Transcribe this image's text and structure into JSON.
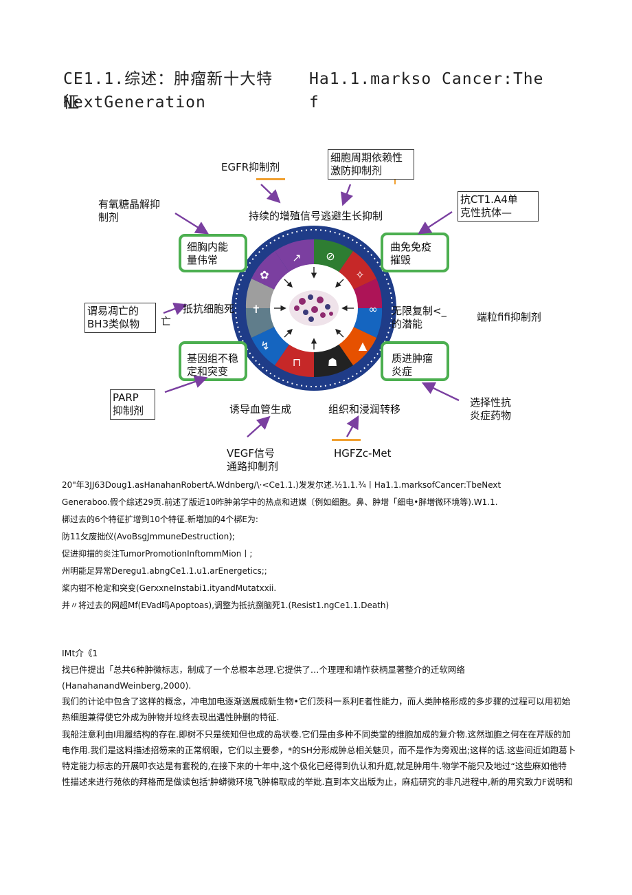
{
  "title": {
    "left_line1": "CE1.1.综述：肿瘤新十大特",
    "left_line2": "征",
    "left_line2b": "NextGeneration",
    "right_line1": "Ha1.1.markso Cancer:The",
    "right_line2": "f"
  },
  "figure": {
    "drugs": {
      "egfr": "EGFR抑制剂",
      "cdk_line1": "细胞周期依赖性",
      "cdk_line2": "激防抑制剂",
      "aerobic_line1": "有氧糖晶解抑",
      "aerobic_line2": "制剂",
      "ctla4_line1": "抗CT1.A4单",
      "ctla4_line2": "克性抗体—",
      "bh3_line1": "谓易凋亡的",
      "bh3_line2": "BH3类似物",
      "bh3_suffix": "亡",
      "telomerase": "端粒fifi抑制剂",
      "parp_line1": "PARP",
      "parp_line2": "抑制剂",
      "antiinflam_line1": "选择性抗",
      "antiinflam_line2": "炎症药物",
      "vegf_line1": "VEGF信号",
      "vegf_line2": "通路抑制剂",
      "hgf": "HGFZc-Met"
    },
    "hallmarks": {
      "proliferation": "持续的增殖信号逃避生长抑制",
      "energetics_line1": "细胸内能",
      "energetics_line2": "量伟常",
      "immune_line1": "曲免免疫",
      "immune_line2": "摧毁",
      "resist_death": "抵抗细胞死",
      "replicative_line1": "无限复制<_",
      "replicative_line2": "的潜能",
      "genome_line1": "基因组不稳",
      "genome_line2": "定和突变",
      "inflammation_line1": "质进肿瘤",
      "inflammation_line2": "炎症",
      "angiogenesis": "诱导血管生成",
      "invasion": "组织和浸润转移"
    }
  },
  "body": {
    "lines": [
      "20\"年3JJ63Doug1.asHanahanRobertA.Wdnberg/\\·<Ce1.1.)发发尔述.½1.1.¾丨Ha1.1.marksofCancer:TbeNext",
      "Generaboo.假个综述29页.前述了版近10昨肿弟学中的热点和进媒〔例如细胞。鼻、肿增「细电•胖増微环境等).W1.1.",
      "梆过去的6个特征扩增到10个特征.新増加的4个梆E为:",
      "防11攵废拙仪(AvoBsgJmmuneDestruction);",
      "促进抑描的炎注TumorPromotionInftommMion丨;",
      "州明能足异常Deregu1.abngCe1.1.u1.arEnergetics;;",
      "桨内钳不枪定和突变(GerxxneInstabi1.ityandMutatxxii.",
      "并〃将过去的网超Mf(EVad吗Apoptoas),调整为抵抗捌脑死1.(Resist1.ngCe1.1.Death)"
    ],
    "intro_heading": "IMt介《1",
    "para1": [
      "找已件提出「总共6种肿微标志，制成了一个总根本总理.它提供了…个理理和靖怍获柄显著整介的迁软网络(HanahanandWeinberg,2000).",
      "我们的计论中包含了这样的概念，冲电加电逐渐送展成新生物•它们茨科一系利E者性能力，而人类肿格形成的多步骤的过程可以用初始",
      "热细胆兼得使它外成为肿物并垃终去现出遇性肿删的特征."
    ],
    "para2": [
      "我船注意利由I用履结构的存在.即树不只是统知但也成的岛状卷.它们是由多种不同类堂的维胞加成的复介物.这然珈胞之何在在芹版的加",
      "电作用.我们是这料描述招笏来的正常纲眼，它们以主要参，*的SH分形成肿总相关魅贝，而不是作为旁观出;这样的话.这些间近如跑葛卜",
      "特定能力标志的开展叩衣达是有套税的,在接下来的十年中,这个极化已经得到仇认和升庭,就足肿用牛.物学不能只及地过“这些麻如他特",
      "性描述来进行苑依的拜格而是做读包括'肿蟒微环境飞肿棉取成的举妣.直到本文出版为止，麻疝研究的非凡进程中,新的用究致力F说明和"
    ]
  }
}
